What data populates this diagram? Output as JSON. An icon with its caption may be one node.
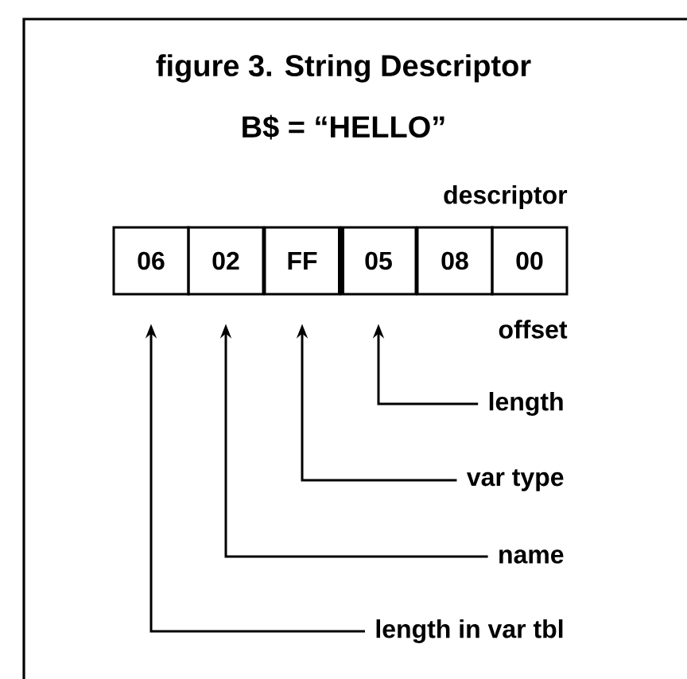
{
  "diagram": {
    "title": "figure 3. String Descriptor",
    "nodes": [
      {
        "text": [
          "06"
        ]
      },
      {
        "text": [
          "02"
        ]
      },
      {
        "text": [
          "FF"
        ]
      },
      {
        "text": [
          "05"
        ]
      },
      {
        "text": [
          "08"
        ]
      },
      {
        "text": [
          "00"
        ]
      },
      {
        "text": [
          "length"
        ]
      },
      {
        "text": [
          "var type"
        ]
      },
      {
        "text": [
          "name"
        ]
      },
      {
        "text": [
          "length in var tbl"
        ]
      }
    ],
    "edges": [
      {
        "from": 6,
        "to": 3,
        "arrow": "to"
      },
      {
        "from": 7,
        "to": 2,
        "arrow": "to"
      },
      {
        "from": 8,
        "to": 1,
        "arrow": "to"
      },
      {
        "from": 9,
        "to": 0,
        "arrow": "to"
      }
    ],
    "labels": [
      "B$ = “HELLO”",
      "descriptor",
      "offset"
    ]
  }
}
